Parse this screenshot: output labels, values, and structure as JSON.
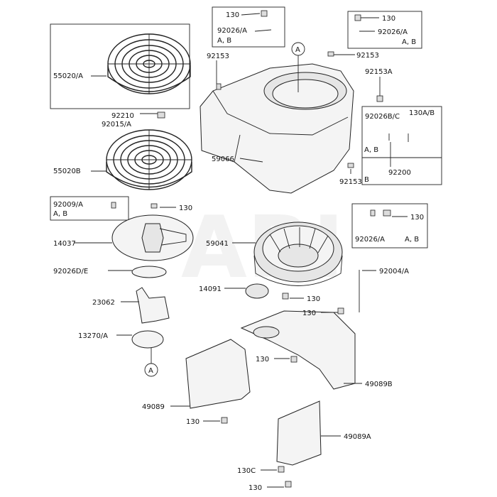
{
  "labels": {
    "l130_top": "130",
    "l92026a_top": "92026/A",
    "lab_top": "A, B",
    "l130_tr": "130",
    "l92026a_tr": "92026/A",
    "lab_tr": "A, B",
    "l55020a": "55020/A",
    "l92153_a": "92153",
    "l92153_b": "92153",
    "l92153a": "92153A",
    "l92210": "92210",
    "l92015a": "92015/A",
    "l92026bc": "92026B/C",
    "l130ab": "130A/B",
    "lab_mid": "A, B",
    "l92200": "92200",
    "lb_mid": "B",
    "l55020b": "55020B",
    "l59066": "59066",
    "l92153_c": "92153",
    "l92009a": "92009/A",
    "lab_left": "A, B",
    "l130_fan": "130",
    "l130_rbox": "130",
    "l92026a_rbox": "92026/A",
    "lab_rbox": "A, B",
    "l14037": "14037",
    "l59041": "59041",
    "l92026de": "92026D/E",
    "l92004a": "92004/A",
    "l14091": "14091",
    "l130_c1": "130",
    "l23062": "23062",
    "l130_c2": "130",
    "l13270a": "13270/A",
    "l130_c3": "130",
    "l49089b": "49089B",
    "l49089": "49089",
    "l130_bot1": "130",
    "l49089a": "49089A",
    "l130c": "130C",
    "l130_bot2": "130",
    "circle_a1": "A",
    "circle_a2": "A"
  },
  "watermark": "ARI"
}
